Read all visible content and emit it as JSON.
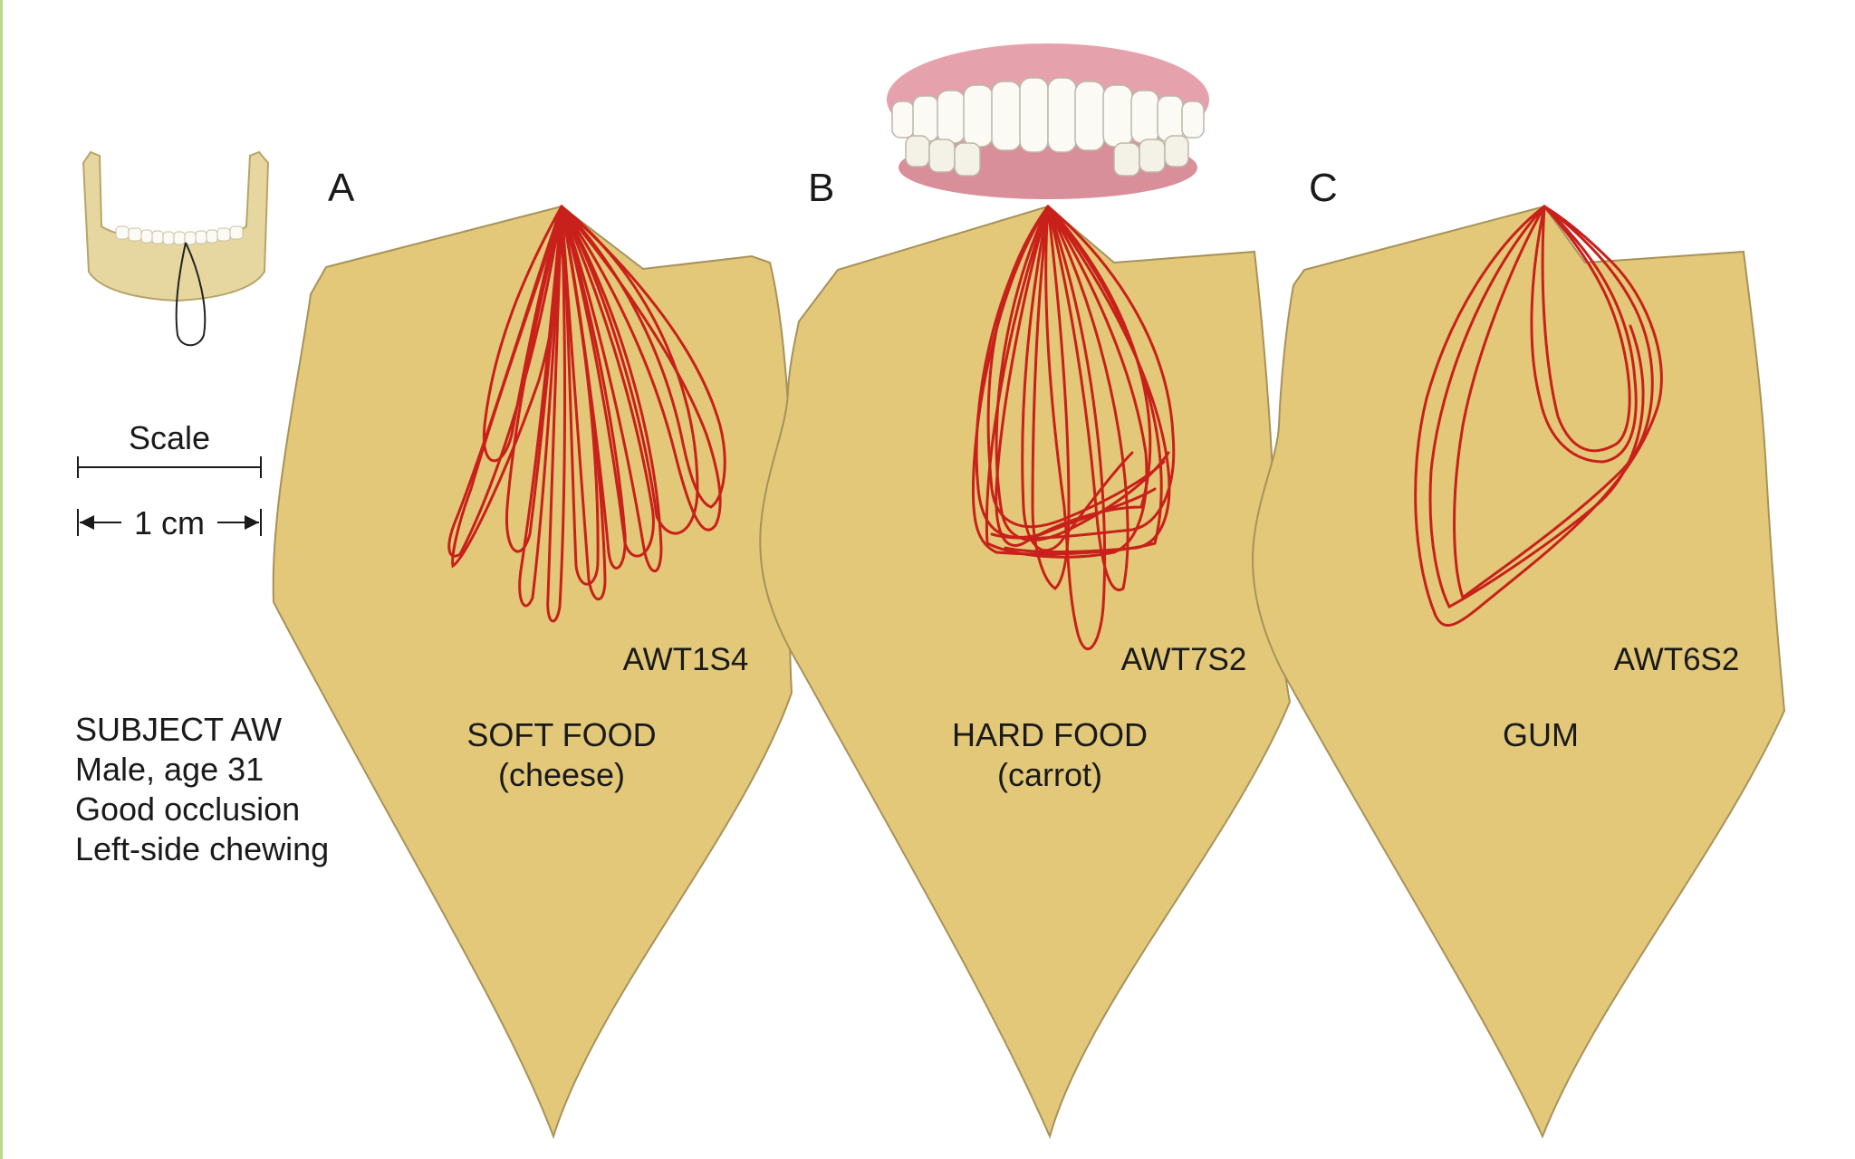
{
  "panels": [
    {
      "letter": "A",
      "trial_id": "AWT1S4",
      "food": "SOFT FOOD",
      "food_detail": "(cheese)"
    },
    {
      "letter": "B",
      "trial_id": "AWT7S2",
      "food": "HARD FOOD",
      "food_detail": "(carrot)"
    },
    {
      "letter": "C",
      "trial_id": "AWT6S2",
      "food": "GUM",
      "food_detail": ""
    }
  ],
  "scale": {
    "title": "Scale",
    "length": "1 cm"
  },
  "subject": {
    "name": "SUBJECT AW",
    "sex_age": "Male, age 31",
    "occlusion": "Good occlusion",
    "chewing_side": "Left-side chewing"
  },
  "colors": {
    "background": "#ffffff",
    "envelope_fill": "#e2c878",
    "envelope_stroke": "#a8925a",
    "trace": "#c8201a",
    "text": "#1a1a1a",
    "gum_tissue": "#e6a2ac",
    "teeth": "#fbfaf4",
    "mandible_bone": "#e6d7a0"
  },
  "icons": {
    "mandible": "mandible-illustration",
    "teeth": "teeth-illustration"
  }
}
